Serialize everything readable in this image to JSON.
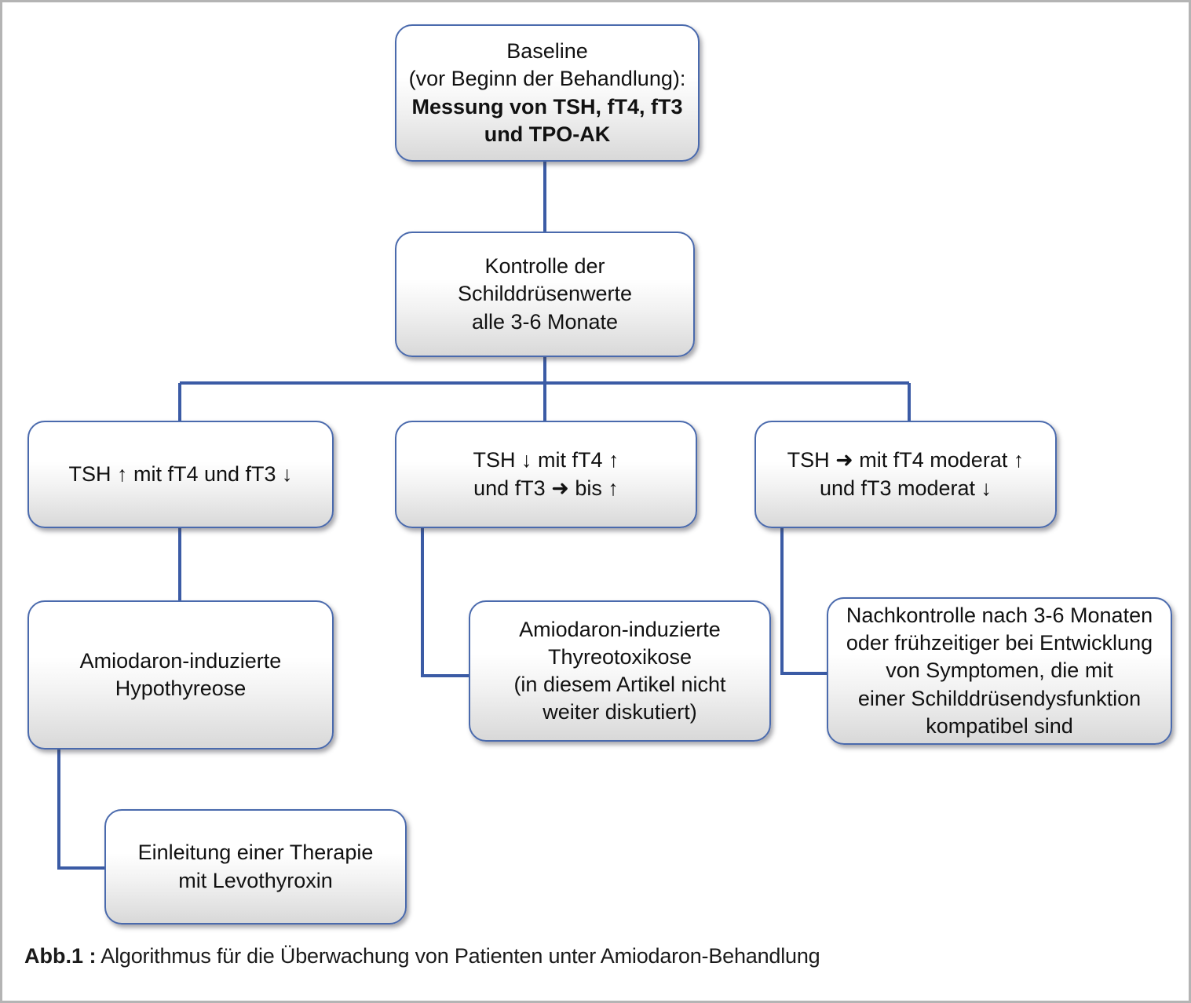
{
  "figure": {
    "caption_label": "Abb.1 :",
    "caption_text": " Algorithmus für die Überwachung von Patienten unter Amiodaron-Behandlung",
    "border_color": "#b4b4b4",
    "node_border_color": "#4a6aad",
    "connector_color": "#3b5ba5"
  },
  "nodes": {
    "baseline": {
      "line1": "Baseline",
      "line2": "(vor Beginn der Behandlung):",
      "line3_bold": "Messung von TSH, fT4, fT3\nund TPO-AK"
    },
    "kontrolle": {
      "text": "Kontrolle der\nSchilddrüsenwerte\nalle 3-6 Monate"
    },
    "tsh_up": {
      "text": "TSH ↑ mit fT4 und fT3 ↓"
    },
    "tsh_down": {
      "text": "TSH ↓ mit fT4 ↑\nund fT3 ➜ bis ↑"
    },
    "tsh_flat": {
      "text": "TSH ➜ mit fT4 moderat ↑\nund fT3 moderat ↓"
    },
    "hypothyreose": {
      "text": "Amiodaron-induzierte\nHypothyreose"
    },
    "thyreotoxikose": {
      "text": "Amiodaron-induzierte\nThyreotoxikose\n(in diesem Artikel nicht\nweiter diskutiert)"
    },
    "nachkontrolle": {
      "text": "Nachkontrolle nach 3-6 Monaten\noder frühzeitiger bei Entwicklung\nvon Symptomen, die mit\neiner Schilddrüsendysfunktion\nkompatibel sind"
    },
    "levothyroxin": {
      "text": "Einleitung einer Therapie\nmit Levothyroxin"
    }
  }
}
